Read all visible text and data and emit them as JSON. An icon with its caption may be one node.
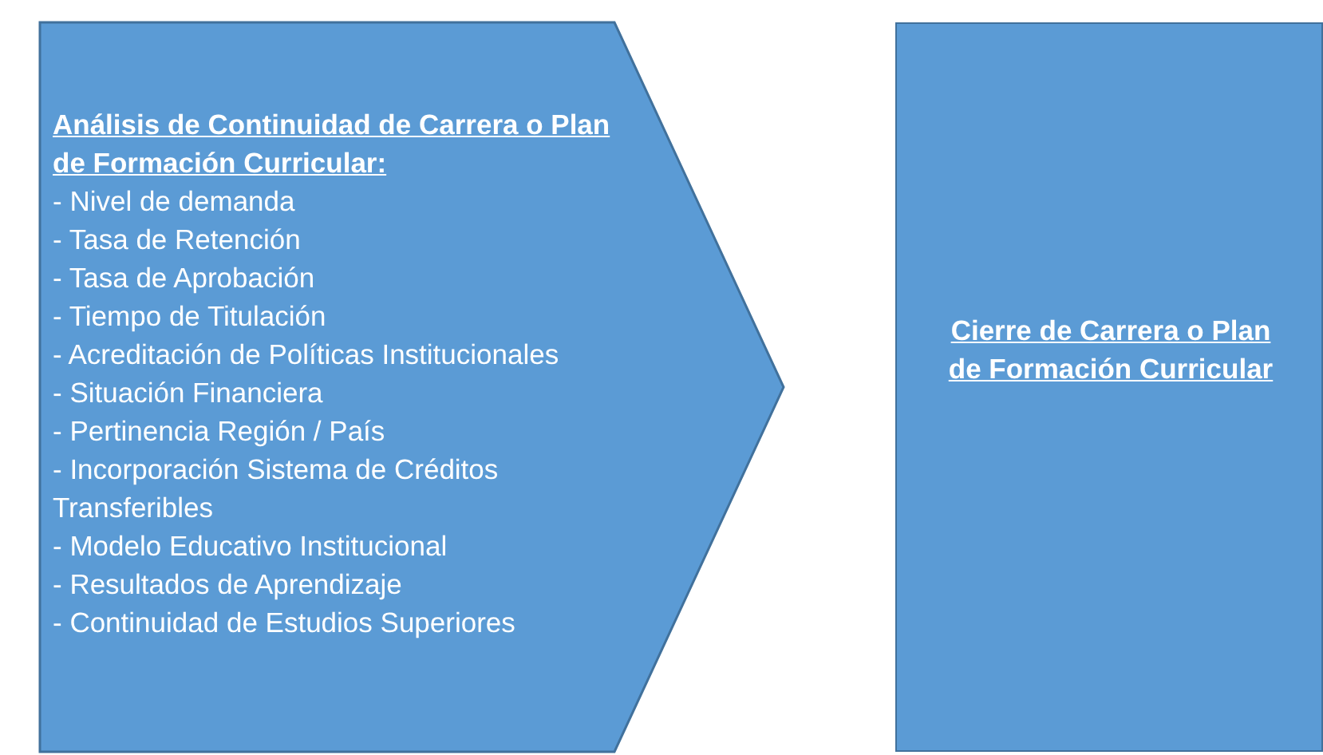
{
  "diagram": {
    "nodes": [
      {
        "text": [
          "Análisis de Continuidad de Carrera o Plan de Formación Curricular:",
          "- Nivel de demanda",
          "- Tasa de Retención",
          "- Tasa de Aprobación",
          "- Tiempo de Titulación",
          "- Acreditación de Políticas Institucionales",
          "- Situación Financiera",
          "- Pertinencia Región / País",
          "- Incorporación Sistema de Créditos Transferibles",
          "- Modelo Educativo Institucional",
          "- Resultados de Aprendizaje",
          "- Continuidad de Estudios Superiores"
        ]
      },
      {
        "text": [
          "Cierre de Carrera o Plan de Formación Curricular"
        ]
      }
    ]
  }
}
